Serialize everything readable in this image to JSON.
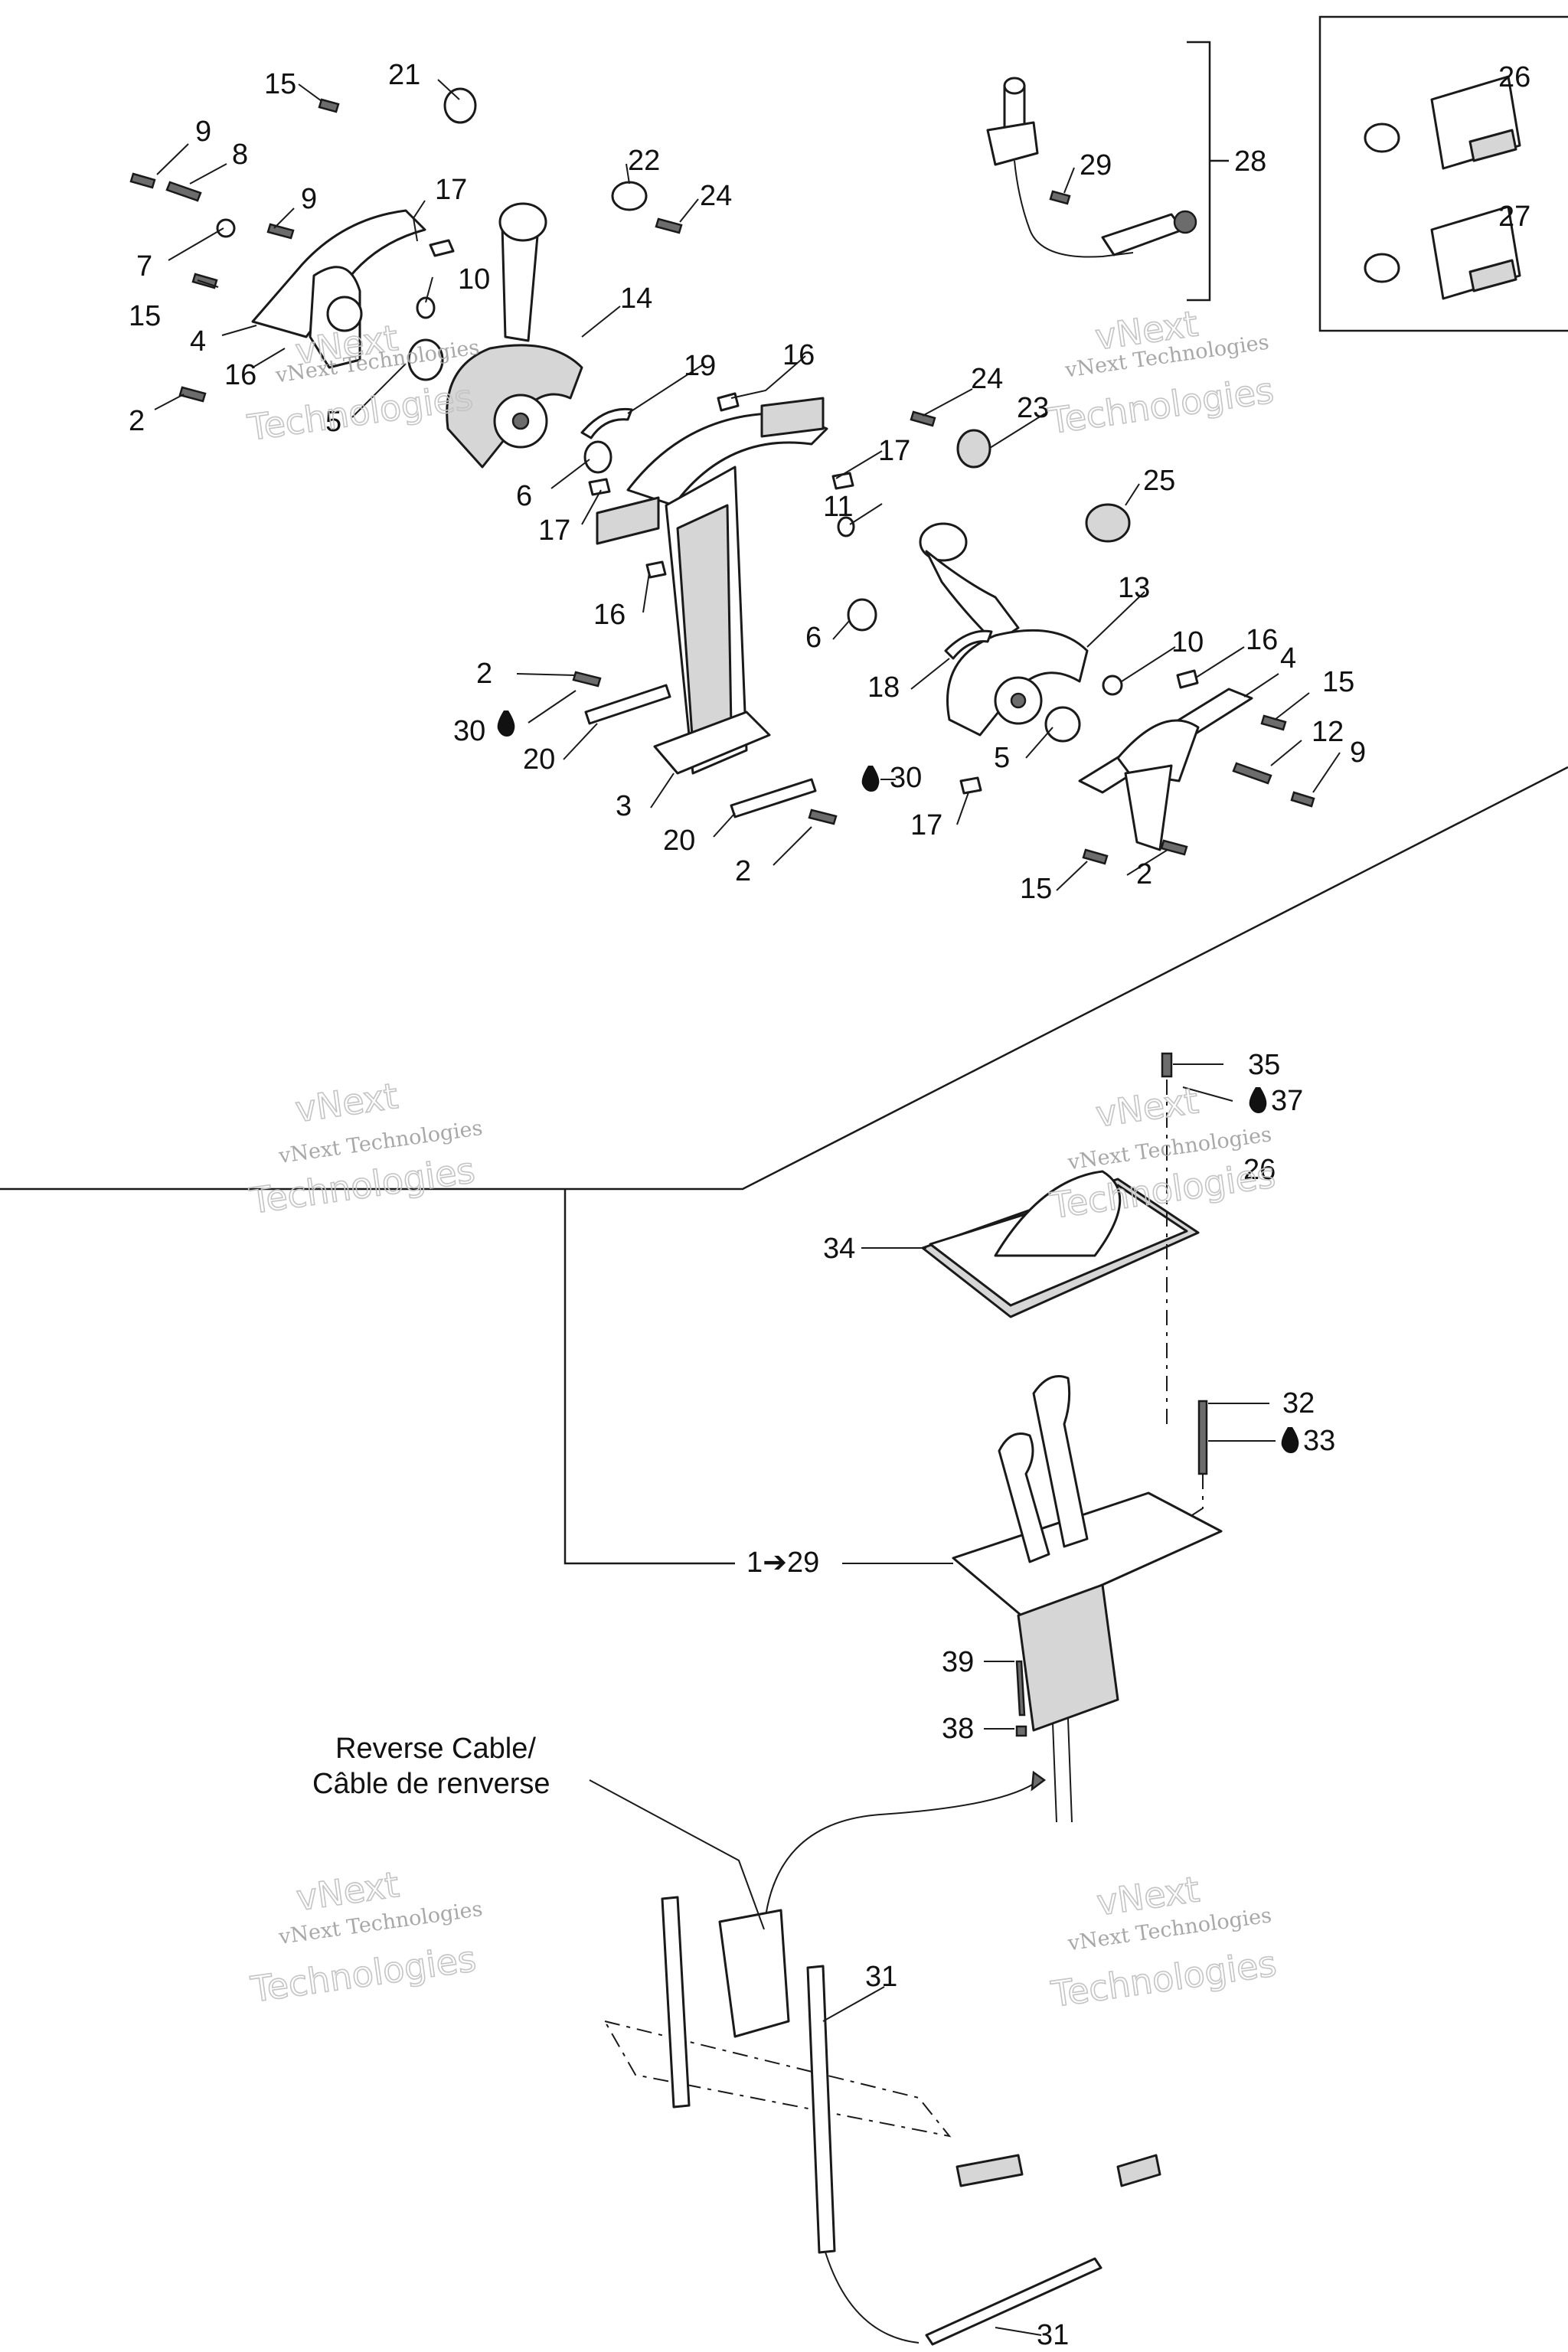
{
  "callouts_top_left": [
    "15",
    "21",
    "9",
    "8",
    "22",
    "24",
    "9",
    "17",
    "7",
    "10",
    "15",
    "14",
    "4",
    "19",
    "16",
    "16",
    "2",
    "5",
    "6",
    "17",
    "11",
    "17",
    "16",
    "2",
    "30",
    "20",
    "3",
    "20",
    "2",
    "30"
  ],
  "callouts_top_right": [
    "29",
    "28",
    "26",
    "27",
    "24",
    "23",
    "25",
    "13",
    "10",
    "16",
    "4",
    "15",
    "18",
    "6",
    "5",
    "12",
    "9",
    "17",
    "15",
    "2"
  ],
  "callouts_bottom": [
    "35",
    "37",
    "26",
    "34",
    "32",
    "33",
    "1➔29",
    "39",
    "38",
    "31",
    "31"
  ],
  "reverse_cable": {
    "line1": "Reverse Cable/",
    "line2": "Câble de renverse"
  },
  "watermark": {
    "small": "vNext Technologies",
    "big1": "vNext",
    "big2": "Technologies"
  },
  "colors": {
    "line": "#1a1a1a",
    "watermark": "#b0b0b0",
    "background": "#ffffff"
  }
}
